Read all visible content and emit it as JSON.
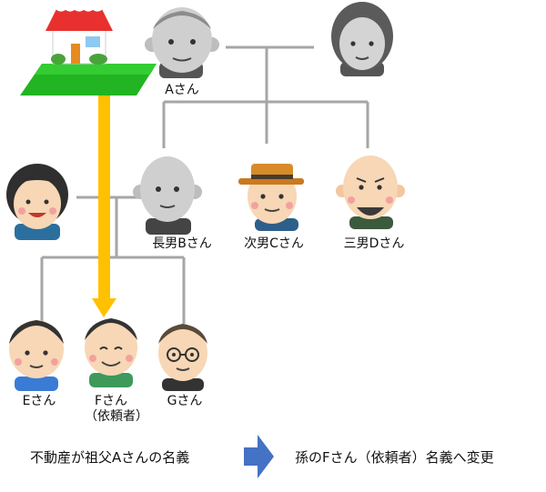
{
  "people": {
    "a": {
      "label": "Aさん"
    },
    "b": {
      "label": "長男Bさん"
    },
    "c": {
      "label": "次男Cさん"
    },
    "d": {
      "label": "三男Dさん"
    },
    "e": {
      "label": "Eさん"
    },
    "f": {
      "label": "Fさん",
      "sublabel": "（依頼者）"
    },
    "g": {
      "label": "Gさん"
    }
  },
  "footer": {
    "left_text": "不動産が祖父Aさんの名義",
    "right_text": "孫のFさん（依頼者）名義へ変更"
  },
  "colors": {
    "line": "#a6a6a6",
    "transfer_arrow": "#ffc000",
    "footer_arrow": "#4472c4",
    "grass": "#33cc33",
    "roof": "#e8312f",
    "skin": "#f7d7b5",
    "gray_skin": "#cfcfcf"
  },
  "icons": {
    "house": "house-on-lawn-icon",
    "grandpa": "grandfather-portrait-icon",
    "grandma": "grandmother-portrait-icon",
    "wife": "woman-portrait-icon",
    "son_b": "bald-man-portrait-icon",
    "son_c": "man-with-hat-icon",
    "son_d": "bald-bearded-man-icon",
    "grandson_e": "young-man-portrait-icon",
    "grandson_f": "young-man-smiling-icon",
    "grandson_g": "man-with-glasses-icon"
  }
}
